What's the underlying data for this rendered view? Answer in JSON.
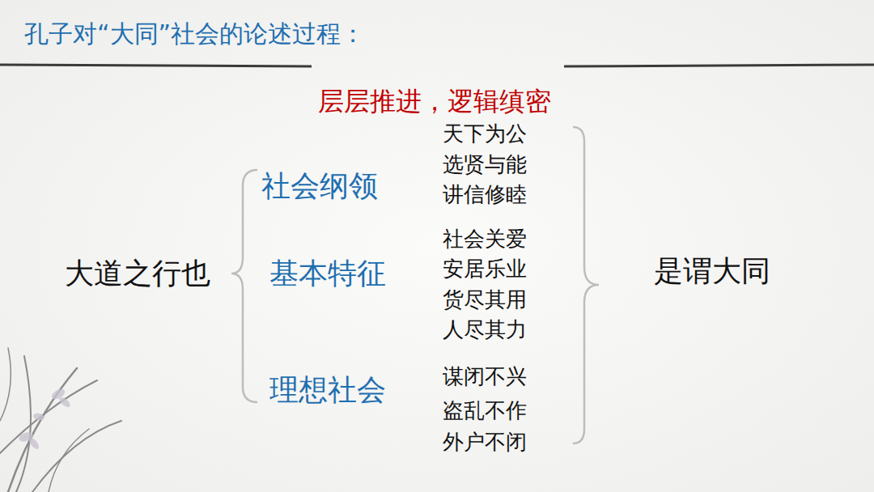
{
  "diagram": {
    "title": "孔子对“大同”社会的论述过程：",
    "labels": [
      "层层推进，逻辑缜密",
      "大道之行也",
      "社会纲领",
      "天下为公",
      "选贤与能",
      "讲信修睦",
      "基本特征",
      "社会关爱",
      "安居乐业",
      "货尽其用",
      "人尽其力",
      "理想社会",
      "谋闭不兴",
      "盗乱不作",
      "外户不闭",
      "是谓大同"
    ]
  }
}
